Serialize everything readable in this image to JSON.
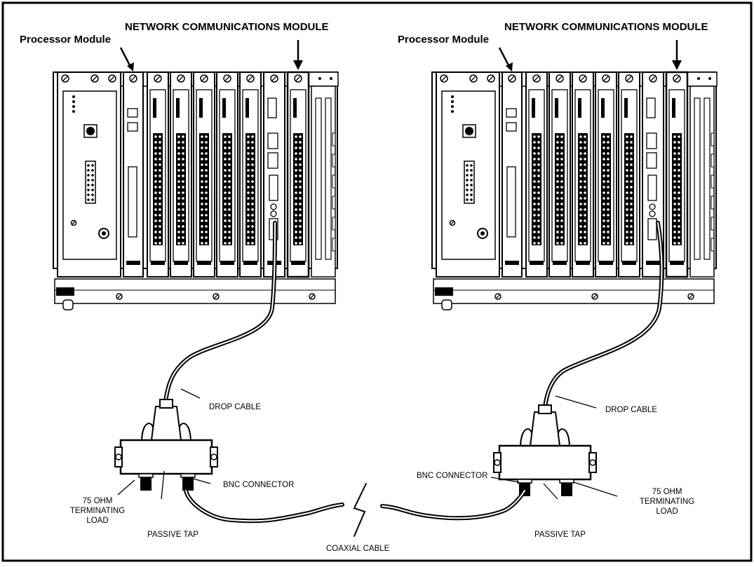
{
  "labels": {
    "ncm_left": "NETWORK COMMUNICATIONS MODULE",
    "ncm_right": "NETWORK COMMUNICATIONS MODULE",
    "processor_left": "Processor Module",
    "processor_right": "Processor Module",
    "drop_cable_left": "DROP CABLE",
    "drop_cable_right": "DROP CABLE",
    "bnc_left": "BNC CONNECTOR",
    "bnc_right": "BNC CONNECTOR",
    "term_left": [
      "75 OHM",
      "TERMINATING",
      "LOAD"
    ],
    "term_right": [
      "75 OHM",
      "TERMINATING",
      "LOAD"
    ],
    "tap_left": "PASSIVE TAP",
    "tap_right": "PASSIVE TAP",
    "coax": "COAXIAL CABLE"
  }
}
